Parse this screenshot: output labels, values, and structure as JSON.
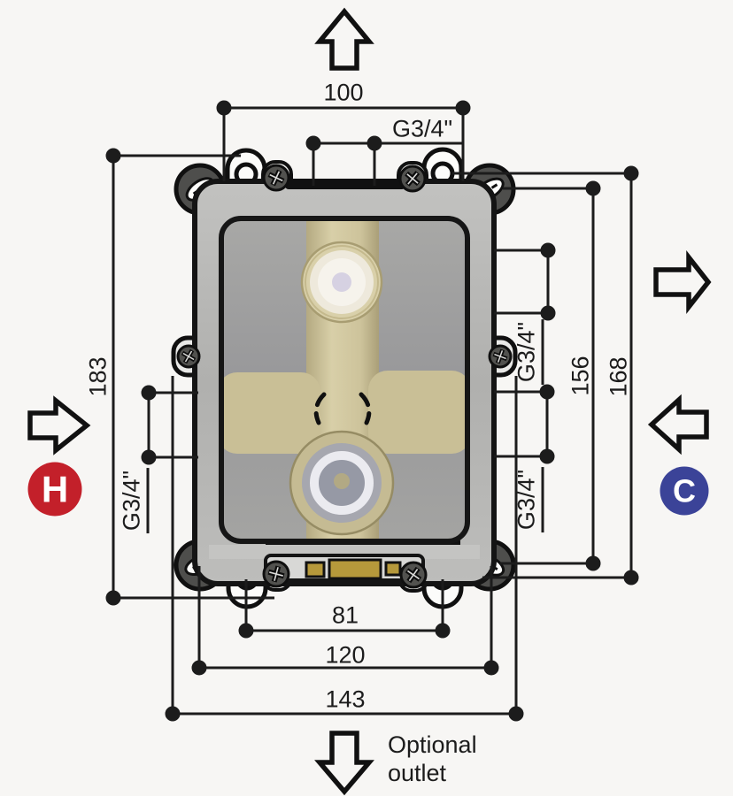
{
  "dims": {
    "top_width": "100",
    "left_height": "183",
    "right_inner_height": "156",
    "right_outer_height": "168",
    "bottom_hole_spacing": "81",
    "bottom_slot_spacing": "120",
    "bottom_outer_width": "143"
  },
  "threads": {
    "top": "G3/4\"",
    "left": "G3/4\"",
    "right_upper": "G3/4\"",
    "right_lower": "G3/4\""
  },
  "labels": {
    "hot": "H",
    "cold": "C",
    "optional_line1": "Optional",
    "optional_line2": "outlet"
  },
  "colors": {
    "line": "#1c1c1c",
    "background": "#f7f6f4",
    "hot_badge": "#c3202a",
    "cold_badge": "#3b4398",
    "brass": "#ccc29a",
    "gold_outlet": "#b6993b",
    "cover_gray": "#9c9c9a"
  }
}
